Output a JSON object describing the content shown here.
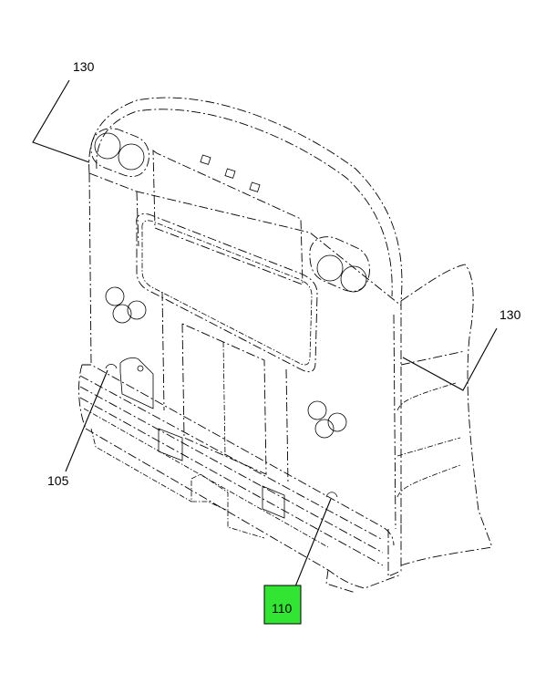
{
  "colors": {
    "highlight": "#33e533",
    "line": "#000000",
    "background": "#ffffff"
  },
  "callouts": {
    "top_left": "130",
    "right": "130",
    "left_lower": "105",
    "highlighted": "110"
  }
}
